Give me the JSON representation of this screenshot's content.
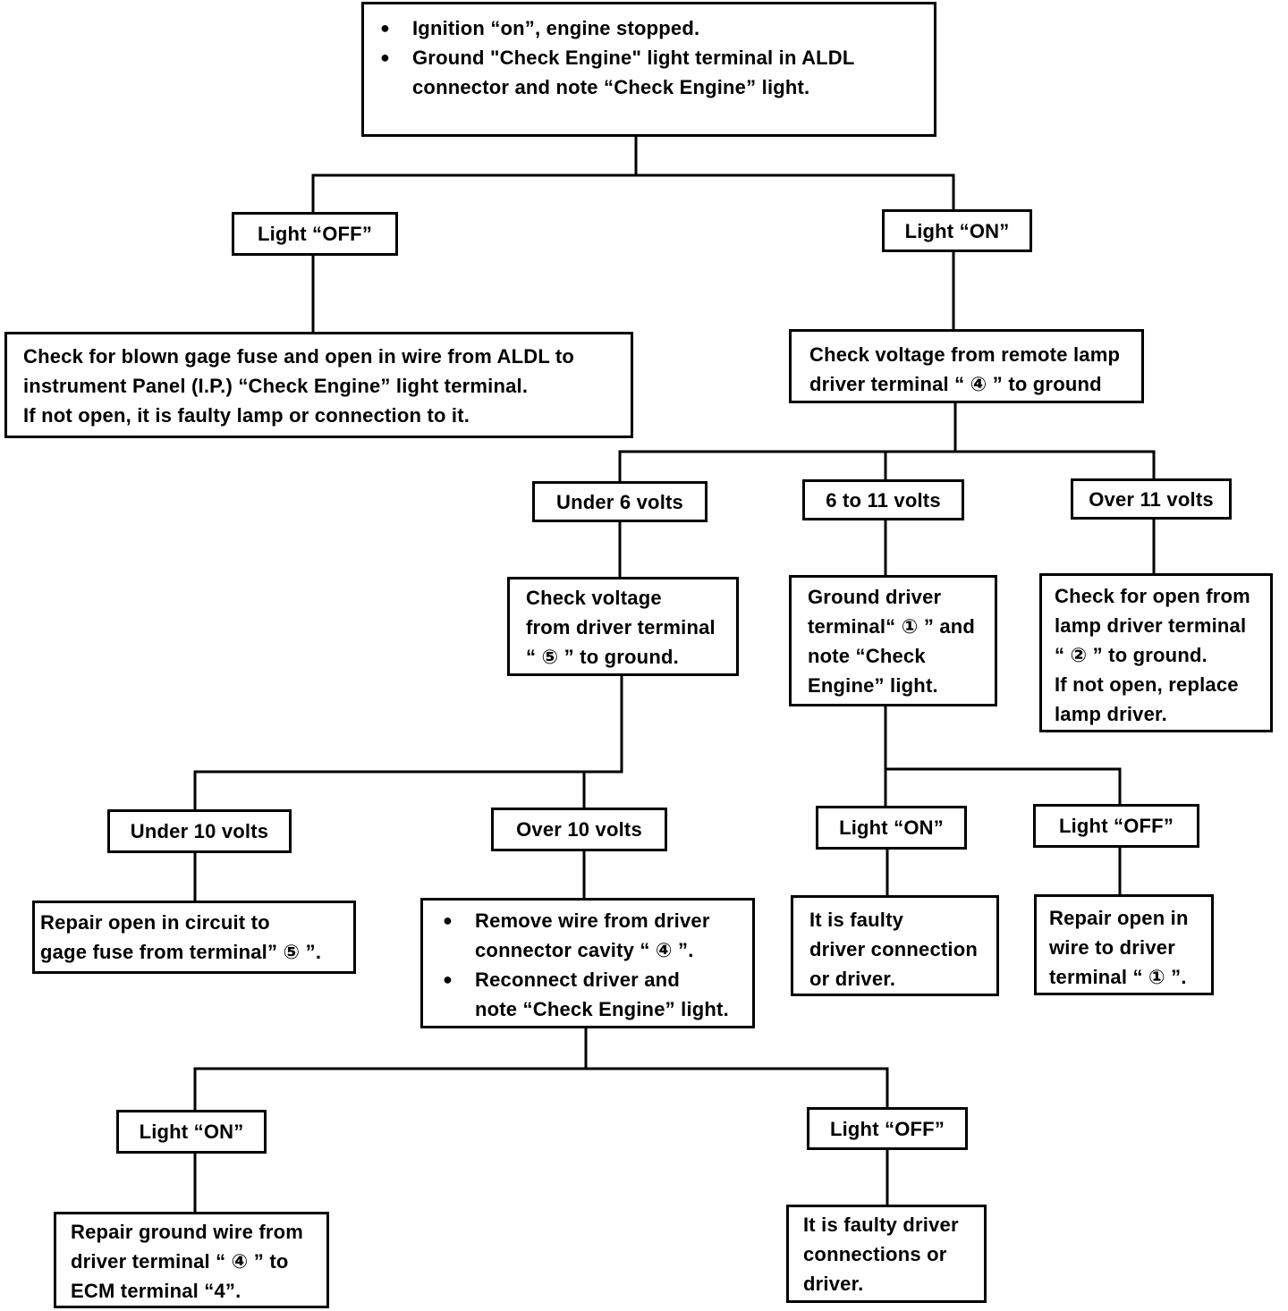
{
  "nodes": {
    "start": {
      "bullets": [
        {
          "lines": [
            "Ignition “on”, engine stopped."
          ]
        },
        {
          "lines": [
            "Ground \"Check Engine\" light terminal in ALDL",
            "connector and note “Check Engine” light."
          ]
        }
      ]
    },
    "light_off_1": {
      "label": "Light “OFF”"
    },
    "light_on_1": {
      "label": "Light “ON”"
    },
    "check_fuse": {
      "lines": [
        "Check for blown gage fuse and open in wire from ALDL to",
        "instrument Panel (I.P.) “Check Engine” light terminal.",
        "If not open, it is faulty lamp or connection to it."
      ]
    },
    "check_voltage_4": {
      "lines": [
        "Check voltage from remote lamp",
        "driver terminal “ ④ ” to ground"
      ]
    },
    "under_6": {
      "label": "Under 6 volts"
    },
    "six_to_11": {
      "label": "6 to 11 volts"
    },
    "over_11": {
      "label": "Over 11 volts"
    },
    "check_voltage_5": {
      "lines": [
        "Check voltage",
        "from driver terminal",
        "“ ⑤ ” to ground."
      ]
    },
    "ground_driver_1": {
      "lines": [
        "Ground driver",
        "terminal“ ① ” and",
        "note “Check",
        "Engine” light."
      ]
    },
    "check_open_2": {
      "lines": [
        "Check for open from",
        "lamp driver terminal",
        "“ ② ” to ground.",
        "If not open, replace",
        "lamp driver."
      ]
    },
    "under_10": {
      "label": "Under 10 volts"
    },
    "over_10": {
      "label": "Over 10 volts"
    },
    "light_on_2": {
      "label": "Light “ON”"
    },
    "light_off_2": {
      "label": "Light “OFF”"
    },
    "repair_gage": {
      "lines": [
        "Repair open in circuit to",
        "gage fuse from terminal” ⑤ ”."
      ]
    },
    "remove_wire": {
      "bullets": [
        {
          "lines": [
            "Remove wire from driver",
            "connector cavity “ ④ ”."
          ]
        },
        {
          "lines": [
            "Reconnect driver and",
            "note “Check Engine” light."
          ]
        }
      ]
    },
    "faulty_driver": {
      "lines": [
        "It is faulty",
        "driver connection",
        "or driver."
      ]
    },
    "repair_open_1": {
      "lines": [
        "Repair open in",
        "wire to driver",
        "terminal “ ① ”."
      ]
    },
    "light_on_3": {
      "label": "Light “ON”"
    },
    "light_off_3": {
      "label": "Light “OFF”"
    },
    "repair_ground": {
      "lines": [
        "Repair ground wire from",
        "driver terminal “ ④ ” to",
        "ECM terminal “4”."
      ]
    },
    "faulty_connections": {
      "lines": [
        "It is faulty driver",
        "connections or",
        "driver."
      ]
    }
  }
}
